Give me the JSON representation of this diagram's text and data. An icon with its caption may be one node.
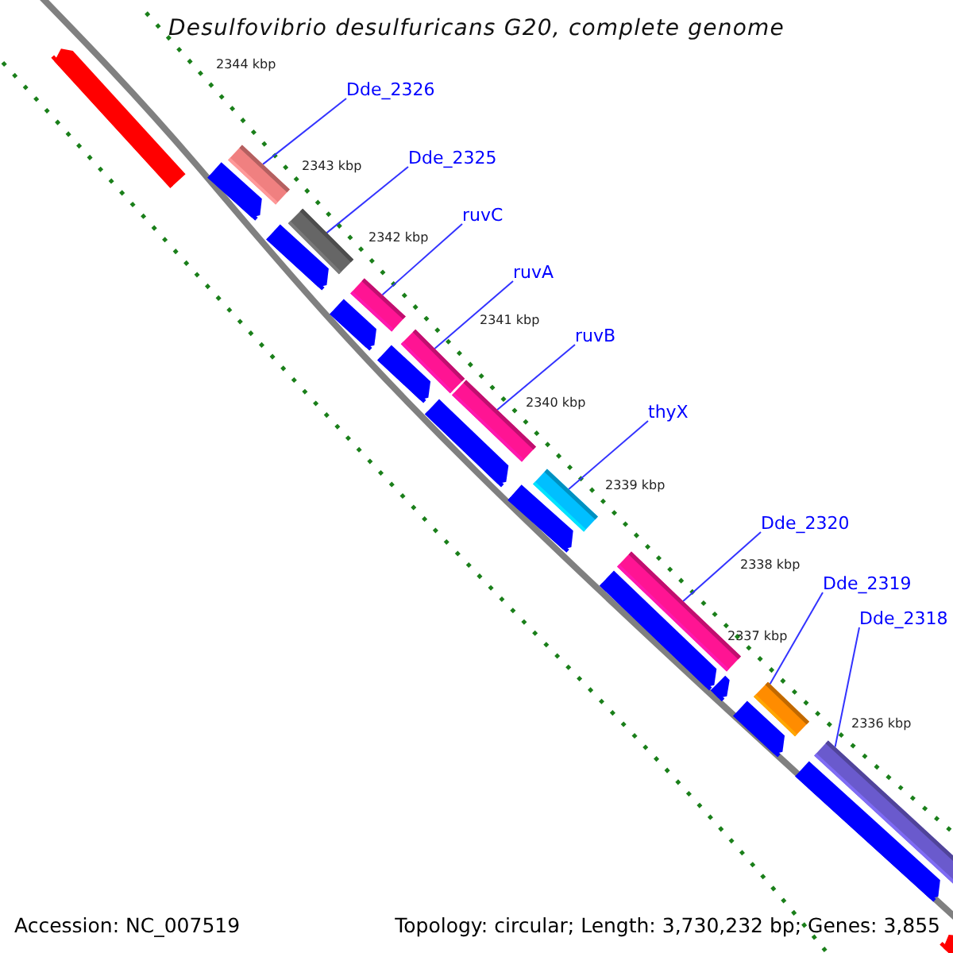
{
  "diagram": {
    "title": "Desulfovibrio desulfuricans G20, complete genome",
    "nodes": [
      {
        "text": [
          "Dde_2326"
        ]
      },
      {
        "text": [
          "Dde_2325"
        ]
      },
      {
        "text": [
          "ruvC"
        ]
      },
      {
        "text": [
          "ruvA"
        ]
      },
      {
        "text": [
          "ruvB"
        ]
      },
      {
        "text": [
          "thyX"
        ]
      },
      {
        "text": [
          "Dde_2320"
        ]
      },
      {
        "text": [
          "Dde_2319"
        ]
      },
      {
        "text": [
          "Dde_2318"
        ]
      },
      {
        "text": [],
        "shape": "bar"
      },
      {
        "text": [],
        "shape": "bar"
      },
      {
        "text": [],
        "shape": "bar"
      },
      {
        "text": [],
        "shape": "bar"
      },
      {
        "text": [],
        "shape": "bar"
      },
      {
        "text": [],
        "shape": "bar"
      },
      {
        "text": [],
        "shape": "bar"
      },
      {
        "text": [],
        "shape": "bar"
      },
      {
        "text": [],
        "shape": "bar"
      },
      {
        "text": [],
        "shape": "bar"
      },
      {
        "text": [],
        "shape": "bar"
      },
      {
        "text": [],
        "shape": "bar"
      },
      {
        "text": [],
        "shape": "bar"
      },
      {
        "text": [],
        "shape": "bar"
      },
      {
        "text": [],
        "shape": "bar"
      },
      {
        "text": [],
        "shape": "bar"
      },
      {
        "text": [],
        "shape": "bar"
      },
      {
        "text": [],
        "shape": "bar"
      },
      {
        "text": [],
        "shape": "bar"
      },
      {
        "text": [],
        "shape": "bar"
      },
      {
        "text": [],
        "shape": "bar"
      }
    ],
    "edges": [
      {
        "from": 0,
        "to": 9,
        "arrow": "none"
      },
      {
        "from": 1,
        "to": 10,
        "arrow": "none"
      },
      {
        "from": 2,
        "to": 11,
        "arrow": "none"
      },
      {
        "from": 3,
        "to": 12,
        "arrow": "none"
      },
      {
        "from": 4,
        "to": 13,
        "arrow": "none"
      },
      {
        "from": 5,
        "to": 14,
        "arrow": "none"
      },
      {
        "from": 6,
        "to": 15,
        "arrow": "none"
      },
      {
        "from": 7,
        "to": 16,
        "arrow": "none"
      },
      {
        "from": 8,
        "to": 17,
        "arrow": "none"
      }
    ],
    "labels": [
      "2344 kbp",
      "2343 kbp",
      "2342 kbp",
      "2341 kbp",
      "2340 kbp",
      "2339 kbp",
      "2338 kbp",
      "2337 kbp",
      "2336 kbp",
      "Accession: NC_007519",
      "Topology: circular; Length: 3,730,232 bp; Genes: 3,855"
    ]
  }
}
